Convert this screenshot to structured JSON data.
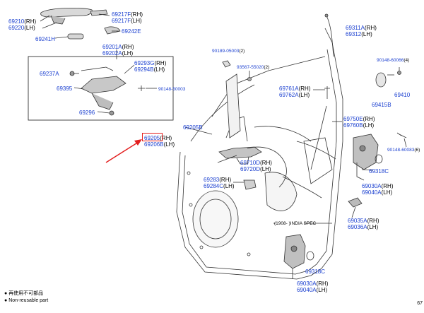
{
  "labels": [
    {
      "id": "69210",
      "pn": "69210",
      "sfx": "(RH)"
    },
    {
      "id": "69220",
      "pn": "69220",
      "sfx": "(LH)"
    },
    {
      "id": "69217F",
      "pn": "69217F",
      "sfx": "(RH)"
    },
    {
      "id": "69217F_lh",
      "pn": "69217F",
      "sfx": "(LH)"
    },
    {
      "id": "69242E",
      "pn": "69242E",
      "sfx": ""
    },
    {
      "id": "69241H",
      "pn": "69241H",
      "sfx": ""
    },
    {
      "id": "69201A",
      "pn": "69201A",
      "sfx": "(RH)"
    },
    {
      "id": "69202A",
      "pn": "69202A",
      "sfx": "(LH)"
    },
    {
      "id": "69293G",
      "pn": "69293G",
      "sfx": "(RH)"
    },
    {
      "id": "69294B",
      "pn": "69294B",
      "sfx": "(LH)"
    },
    {
      "id": "69237A",
      "pn": "69237A",
      "sfx": ""
    },
    {
      "id": "69395",
      "pn": "69395",
      "sfx": ""
    },
    {
      "id": "90148-50003",
      "pn": "90148-50003",
      "sfx": ""
    },
    {
      "id": "69296",
      "pn": "69296",
      "sfx": ""
    },
    {
      "id": "90189-05003",
      "pn": "90189-05003",
      "sfx": "(2)"
    },
    {
      "id": "93567-55020",
      "pn": "93567-55020",
      "sfx": "(2)"
    },
    {
      "id": "69311A",
      "pn": "69311A",
      "sfx": "(RH)"
    },
    {
      "id": "69312",
      "pn": "69312",
      "sfx": "(LH)"
    },
    {
      "id": "90148-60066",
      "pn": "90148-60066",
      "sfx": "(4)"
    },
    {
      "id": "69410",
      "pn": "69410",
      "sfx": ""
    },
    {
      "id": "69415B",
      "pn": "69415B",
      "sfx": ""
    },
    {
      "id": "69761A",
      "pn": "69761A",
      "sfx": "(RH)"
    },
    {
      "id": "69762A",
      "pn": "69762A",
      "sfx": "(LH)"
    },
    {
      "id": "69750E",
      "pn": "69750E",
      "sfx": "(RH)"
    },
    {
      "id": "69760B",
      "pn": "69760B",
      "sfx": "(LH)"
    },
    {
      "id": "69205B",
      "pn": "69205B",
      "sfx": ""
    },
    {
      "id": "69205",
      "pn": "69205",
      "sfx": "(RH)"
    },
    {
      "id": "69206B",
      "pn": "69206B",
      "sfx": "(LH)"
    },
    {
      "id": "90148-60083",
      "pn": "90148-60083",
      "sfx": "(6)"
    },
    {
      "id": "69318C",
      "pn": "69318C",
      "sfx": ""
    },
    {
      "id": "69710D",
      "pn": "69710D",
      "sfx": "(RH)"
    },
    {
      "id": "69720D",
      "pn": "69720D",
      "sfx": "(LH)"
    },
    {
      "id": "69283",
      "pn": "69283",
      "sfx": "(RH)"
    },
    {
      "id": "69284C",
      "pn": "69284C",
      "sfx": "(LH)"
    },
    {
      "id": "69030A",
      "pn": "69030A",
      "sfx": "(RH)"
    },
    {
      "id": "69040A",
      "pn": "69040A",
      "sfx": "(LH)"
    },
    {
      "id": "69035A",
      "pn": "69035A",
      "sfx": "(RH)"
    },
    {
      "id": "69036A",
      "pn": "69036A",
      "sfx": "(LH)"
    },
    {
      "id": "69318C_b",
      "pn": "69318C",
      "sfx": ""
    },
    {
      "id": "69030A_b",
      "pn": "69030A",
      "sfx": "(RH)"
    },
    {
      "id": "69040A_b",
      "pn": "69040A",
      "sfx": "(LH)"
    }
  ],
  "india_spec": "(1908-      )INDIA SPEC",
  "legend": {
    "line1": "再使用不可部品",
    "line2": "Non-reusable part"
  },
  "page_id": "67",
  "colors": {
    "part_number": "#1a3fd0",
    "highlight": "#e31e1e",
    "linework": "#333333"
  },
  "highlighted_part": "69205"
}
